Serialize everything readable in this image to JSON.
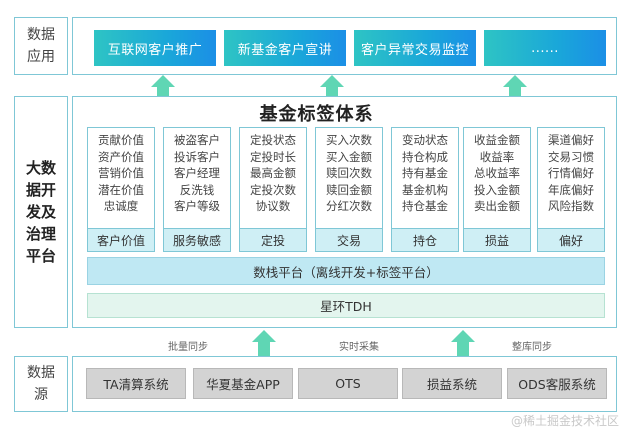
{
  "rows": {
    "app": {
      "label": "数据\n应用",
      "boxes": [
        "互联网客户推广",
        "新基金客户宣讲",
        "客户异常交易监控",
        "......"
      ]
    },
    "platform": {
      "label": "大数\n据开\n发及\n治理\n平台"
    },
    "source": {
      "label": "数据\n源",
      "boxes": [
        "TA清算系统",
        "华夏基金APP",
        "OTS",
        "损益系统",
        "ODS客服系统"
      ]
    }
  },
  "tag_system": {
    "title": "基金标签体系",
    "columns": [
      {
        "items": [
          "贡献价值",
          "资产价值",
          "营销价值",
          "潜在价值",
          "忠诚度"
        ],
        "label": "客户价值"
      },
      {
        "items": [
          "被盗客户",
          "投诉客户",
          "客户经理",
          "反洗钱",
          "客户等级"
        ],
        "label": "服务敏感"
      },
      {
        "items": [
          "定投状态",
          "定投时长",
          "最高金额",
          "定投次数",
          "协议数"
        ],
        "label": "定投"
      },
      {
        "items": [
          "买入次数",
          "买入金额",
          "赎回次数",
          "赎回金额",
          "分红次数"
        ],
        "label": "交易"
      },
      {
        "items": [
          "变动状态",
          "持仓构成",
          "持有基金",
          "基金机构",
          "持仓基金"
        ],
        "label": "持仓"
      },
      {
        "items": [
          "收益金额",
          "收益率",
          "总收益率",
          "投入金额",
          "卖出金额"
        ],
        "label": "损益"
      },
      {
        "items": [
          "渠道偏好",
          "交易习惯",
          "行情偏好",
          "年底偏好",
          "风险指数"
        ],
        "label": "偏好"
      }
    ],
    "platform_bar": "数栈平台（离线开发+标签平台）",
    "tdh_bar": "星环TDH"
  },
  "sync_labels": [
    "批量同步",
    "实时采集",
    "整库同步"
  ],
  "watermark": "@稀土掘金技术社区",
  "colors": {
    "border": "#7fc7d6",
    "arrow": "#5fd6b4",
    "tag_label_bg": "#cfeff5",
    "platform_bar_bg": "#bfe8f3",
    "tdh_bar_bg": "#e3f5ee",
    "source_bg": "#d3d3d3"
  }
}
